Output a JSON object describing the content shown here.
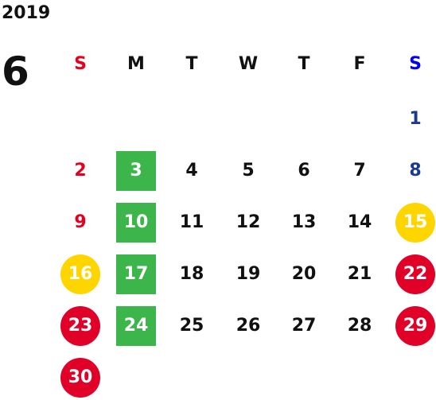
{
  "calendar": {
    "year": "2019",
    "month": "6",
    "colors": {
      "sunday": "#e30020",
      "saturday": "#0000ee",
      "saturday_date": "#1a3a8f",
      "text": "#111111",
      "green": "#3cb54a",
      "yellow": "#ffd500",
      "red": "#e00028",
      "highlight_text": "#ffffff"
    },
    "weekdays": [
      "S",
      "M",
      "T",
      "W",
      "T",
      "F",
      "S"
    ],
    "rows": [
      [
        {
          "day": "",
          "style": "none"
        },
        {
          "day": "",
          "style": "none"
        },
        {
          "day": "",
          "style": "none"
        },
        {
          "day": "",
          "style": "none"
        },
        {
          "day": "",
          "style": "none"
        },
        {
          "day": "",
          "style": "none"
        },
        {
          "day": "1",
          "style": "sat"
        }
      ],
      [
        {
          "day": "2",
          "style": "sun"
        },
        {
          "day": "3",
          "style": "green"
        },
        {
          "day": "4",
          "style": "plain"
        },
        {
          "day": "5",
          "style": "plain"
        },
        {
          "day": "6",
          "style": "plain"
        },
        {
          "day": "7",
          "style": "plain"
        },
        {
          "day": "8",
          "style": "sat"
        }
      ],
      [
        {
          "day": "9",
          "style": "sun"
        },
        {
          "day": "10",
          "style": "green"
        },
        {
          "day": "11",
          "style": "plain"
        },
        {
          "day": "12",
          "style": "plain"
        },
        {
          "day": "13",
          "style": "plain"
        },
        {
          "day": "14",
          "style": "plain"
        },
        {
          "day": "15",
          "style": "yellow"
        }
      ],
      [
        {
          "day": "16",
          "style": "yellow"
        },
        {
          "day": "17",
          "style": "green"
        },
        {
          "day": "18",
          "style": "plain"
        },
        {
          "day": "19",
          "style": "plain"
        },
        {
          "day": "20",
          "style": "plain"
        },
        {
          "day": "21",
          "style": "plain"
        },
        {
          "day": "22",
          "style": "red"
        }
      ],
      [
        {
          "day": "23",
          "style": "red"
        },
        {
          "day": "24",
          "style": "green"
        },
        {
          "day": "25",
          "style": "plain"
        },
        {
          "day": "26",
          "style": "plain"
        },
        {
          "day": "27",
          "style": "plain"
        },
        {
          "day": "28",
          "style": "plain"
        },
        {
          "day": "29",
          "style": "red"
        }
      ],
      [
        {
          "day": "30",
          "style": "red"
        },
        {
          "day": "",
          "style": "none"
        },
        {
          "day": "",
          "style": "none"
        },
        {
          "day": "",
          "style": "none"
        },
        {
          "day": "",
          "style": "none"
        },
        {
          "day": "",
          "style": "none"
        },
        {
          "day": "",
          "style": "none"
        }
      ]
    ]
  }
}
